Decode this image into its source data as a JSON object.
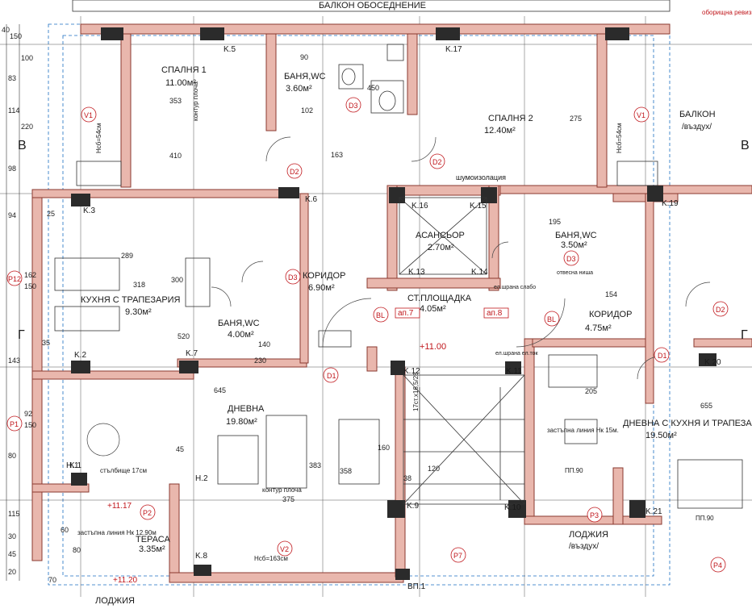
{
  "top_banner": "БАЛКОН ОБОСЕДНЕНИЕ",
  "top_right_note": "оборищна ревизия",
  "rooms": [
    {
      "id": "spalnya1",
      "name": "СПАЛНЯ 1",
      "area": "11.00м²"
    },
    {
      "id": "banya1",
      "name": "БАНЯ,WC",
      "area": "3.60м²"
    },
    {
      "id": "spalnya2",
      "name": "СПАЛНЯ 2",
      "area": "12.40м²"
    },
    {
      "id": "balkon",
      "name": "БАЛКОН",
      "area": "/въздух/"
    },
    {
      "id": "kuhnya",
      "name": "КУХНЯ С ТРАПЕЗАРИЯ",
      "area": "9.30м²"
    },
    {
      "id": "koridor1",
      "name": "КОРИДОР",
      "area": "6.90м²"
    },
    {
      "id": "asansyor",
      "name": "АСАНСЬОР",
      "area": "2.70м²"
    },
    {
      "id": "banya3",
      "name": "БАНЯ,WC",
      "area": "3.50м²"
    },
    {
      "id": "banya2",
      "name": "БАНЯ,WC",
      "area": "4.00м²"
    },
    {
      "id": "stploshtadka",
      "name": "СТ.ПЛОЩАДКА",
      "area": "4.05м²"
    },
    {
      "id": "koridor2",
      "name": "КОРИДОР",
      "area": "4.75м²"
    },
    {
      "id": "dnevna",
      "name": "ДНЕВНА",
      "area": "19.80м²"
    },
    {
      "id": "dnevna2",
      "name": "ДНЕВНА С КУХНЯ И ТРАПЕЗАРИЯ",
      "area": "19.50м²"
    },
    {
      "id": "terasa",
      "name": "ТЕРАСА",
      "area": "3.35м²"
    },
    {
      "id": "lodzhia1",
      "name": "ЛОДЖИЯ",
      "area": "/въздух/"
    },
    {
      "id": "lodzhia2",
      "name": "ЛОДЖИЯ",
      "area": ""
    }
  ],
  "columns": [
    "K.5",
    "K.17",
    "K.6",
    "K.16",
    "K.15",
    "K.19",
    "K.3",
    "K.13",
    "K.14",
    "K.2",
    "K.7",
    "K.12",
    "K.11",
    "K.20",
    "K.1",
    "K.9",
    "K.10",
    "K.21",
    "H.2",
    "K.8",
    "H.1",
    "BП.1"
  ],
  "apartments": [
    "ап.7",
    "ап.8"
  ],
  "door_tags": [
    "D2",
    "D2",
    "D3",
    "D3",
    "D3",
    "D1",
    "D1",
    "D2",
    "BL",
    "BL"
  ],
  "window_tags": [
    "V1",
    "V1",
    "V2",
    "P1",
    "P2",
    "P3",
    "P4",
    "P7",
    "P12"
  ],
  "levels": [
    "+11.00",
    "+11.17",
    "+11.20"
  ],
  "notes": {
    "shaft": "шумоизолация",
    "stairs": "17ст.x16,5/28",
    "kitchen_note": "отвесна ниша",
    "terrace_line": "застъпна линия Нк 12.90м",
    "slab": "контур плоча",
    "slab2": "контур плоча",
    "hsb": "Нсб=163см",
    "hsb2": "Нсб=54см",
    "hsb3": "Нсб=54см",
    "elev_note": "ел.шрана слабо",
    "elev_note2": "ел.шрана ел.ток",
    "zast": "застъпна линия Нк 15м.",
    "table": "стълбище 17см",
    "ppl": "ПП.90",
    "ppl2": "ПП.90"
  },
  "axes": [
    "B",
    "B",
    "Г",
    "Г"
  ],
  "dims_left": [
    "40",
    "150",
    "83",
    "100",
    "114",
    "220",
    "98",
    "94",
    "162",
    "150",
    "143",
    "92",
    "150",
    "80",
    "115",
    "30",
    "45",
    "20"
  ],
  "dims_inner": [
    "353",
    "410",
    "450",
    "275",
    "289",
    "318",
    "300",
    "645",
    "520",
    "655",
    "205",
    "383",
    "358",
    "375",
    "230",
    "160",
    "120",
    "154",
    "195",
    "163",
    "140",
    "102",
    "90",
    "80",
    "70",
    "60",
    "45",
    "25",
    "38",
    "35"
  ]
}
